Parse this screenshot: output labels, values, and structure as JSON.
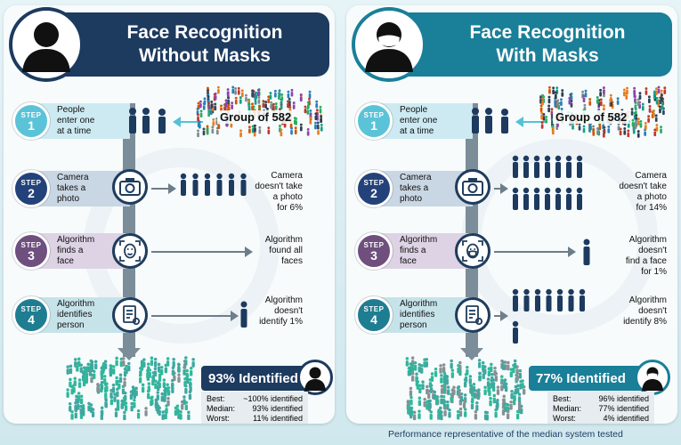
{
  "left": {
    "title1": "Face Recognition",
    "title2": "Without Masks",
    "group": "Group of 582",
    "steps": [
      {
        "n": "1",
        "text": [
          "People",
          "enter one",
          "at a time"
        ]
      },
      {
        "n": "2",
        "text": [
          "Camera",
          "takes a",
          "photo"
        ]
      },
      {
        "n": "3",
        "text": [
          "Algorithm",
          "finds a",
          "face"
        ]
      },
      {
        "n": "4",
        "text": [
          "Algorithm",
          "identifies",
          "person"
        ]
      }
    ],
    "notes": [
      [
        "Camera",
        "doesn't take",
        "a photo",
        "for 6%"
      ],
      [
        "Algorithm",
        "found all",
        "faces"
      ],
      [
        "Algorithm",
        "doesn't",
        "identify 1%"
      ]
    ],
    "result": "93% Identified",
    "stats": [
      {
        "label": "Best:",
        "value": "~100% identified"
      },
      {
        "label": "Median:",
        "value": "93% identified"
      },
      {
        "label": "Worst:",
        "value": "11% identified"
      }
    ]
  },
  "right": {
    "title1": "Face Recognition",
    "title2": "With Masks",
    "group": "Group of 582",
    "steps": [
      {
        "n": "1",
        "text": [
          "People",
          "enter one",
          "at a time"
        ]
      },
      {
        "n": "2",
        "text": [
          "Camera",
          "takes a",
          "photo"
        ]
      },
      {
        "n": "3",
        "text": [
          "Algorithm",
          "finds a",
          "face"
        ]
      },
      {
        "n": "4",
        "text": [
          "Algorithm",
          "identifies",
          "person"
        ]
      }
    ],
    "notes": [
      [
        "Camera",
        "doesn't take",
        "a photo",
        "for 14%"
      ],
      [
        "Algorithm",
        "doesn't",
        "find a face",
        "for 1%"
      ],
      [
        "Algorithm",
        "doesn't",
        "identify 8%"
      ]
    ],
    "result": "77% Identified",
    "stats": [
      {
        "label": "Best:",
        "value": "96% identified"
      },
      {
        "label": "Median:",
        "value": "77% identified"
      },
      {
        "label": "Worst:",
        "value": "4% identified"
      }
    ]
  },
  "step_word": "STEP",
  "footer": "Performance representative of the median system tested",
  "colors": {
    "navy": "#1d3a5f",
    "teal": "#1a7f98",
    "step1": "#5bc3d8",
    "step2": "#23427a",
    "step3": "#6e4f7e",
    "step4": "#1f7d92"
  },
  "icons": [
    "person-silhouette-icon",
    "masked-person-icon",
    "camera-icon",
    "face-scan-icon",
    "document-gear-icon"
  ]
}
